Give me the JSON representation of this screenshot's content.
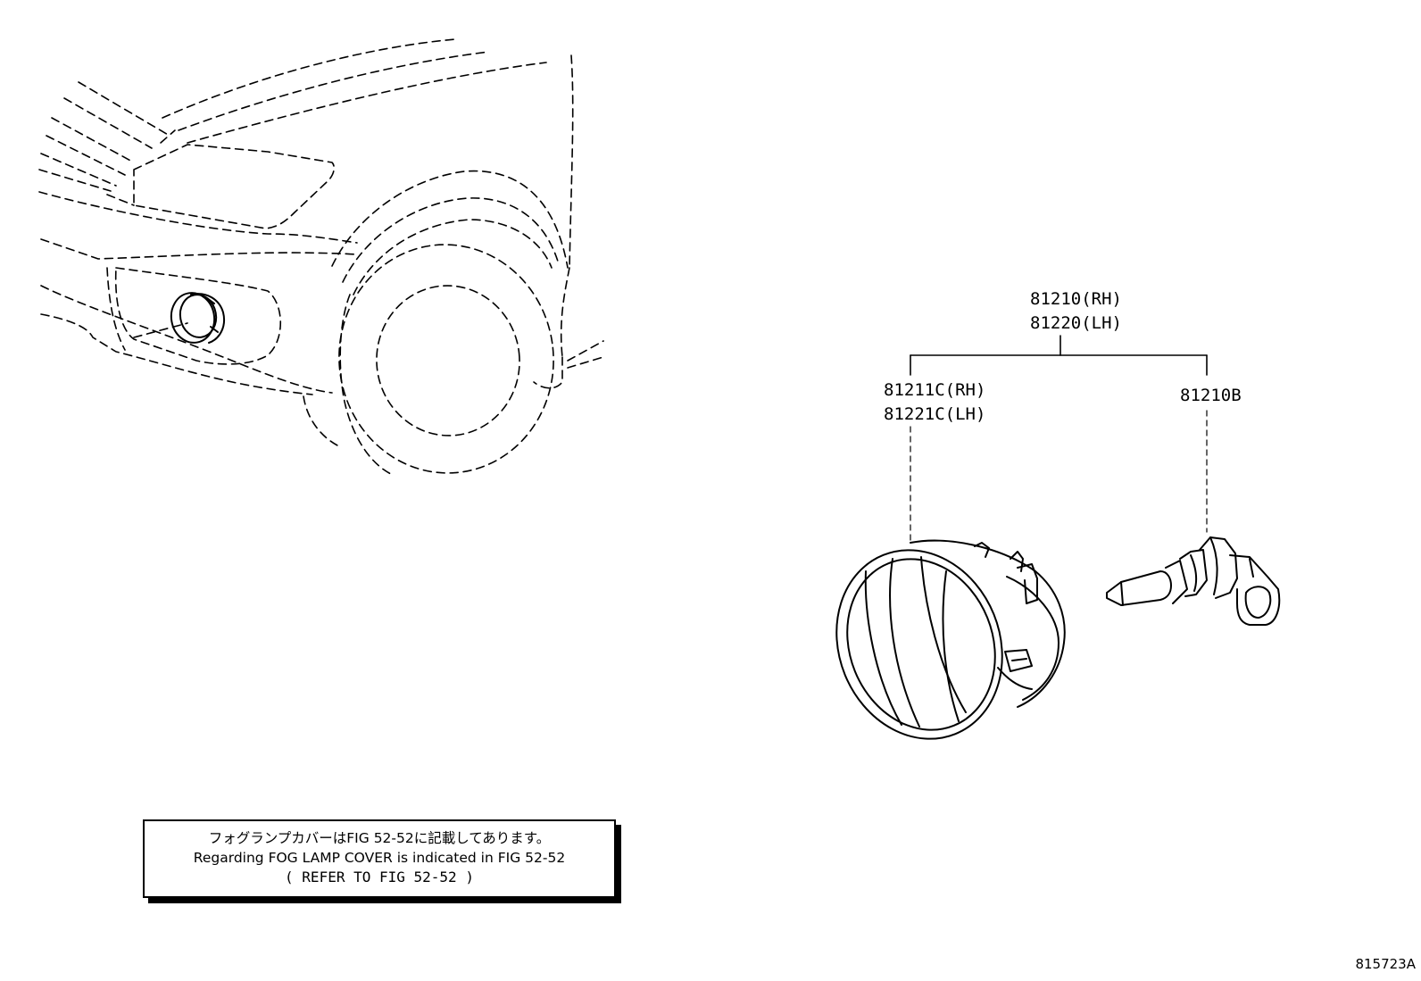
{
  "callouts": {
    "assembly": {
      "line1": "81210(RH)",
      "line2": "81220(LH)"
    },
    "unit": {
      "line1": "81211C(RH)",
      "line2": "81221C(LH)"
    },
    "bulb": {
      "line1": "81210B"
    }
  },
  "note": {
    "line1": "フォグランプカバーはFIG 52-52に記載してあります。",
    "line2": "Regarding FOG LAMP COVER is indicated in FIG 52-52",
    "line3": "(  REFER TO FIG 52-52  )"
  },
  "figure_id": "815723A"
}
